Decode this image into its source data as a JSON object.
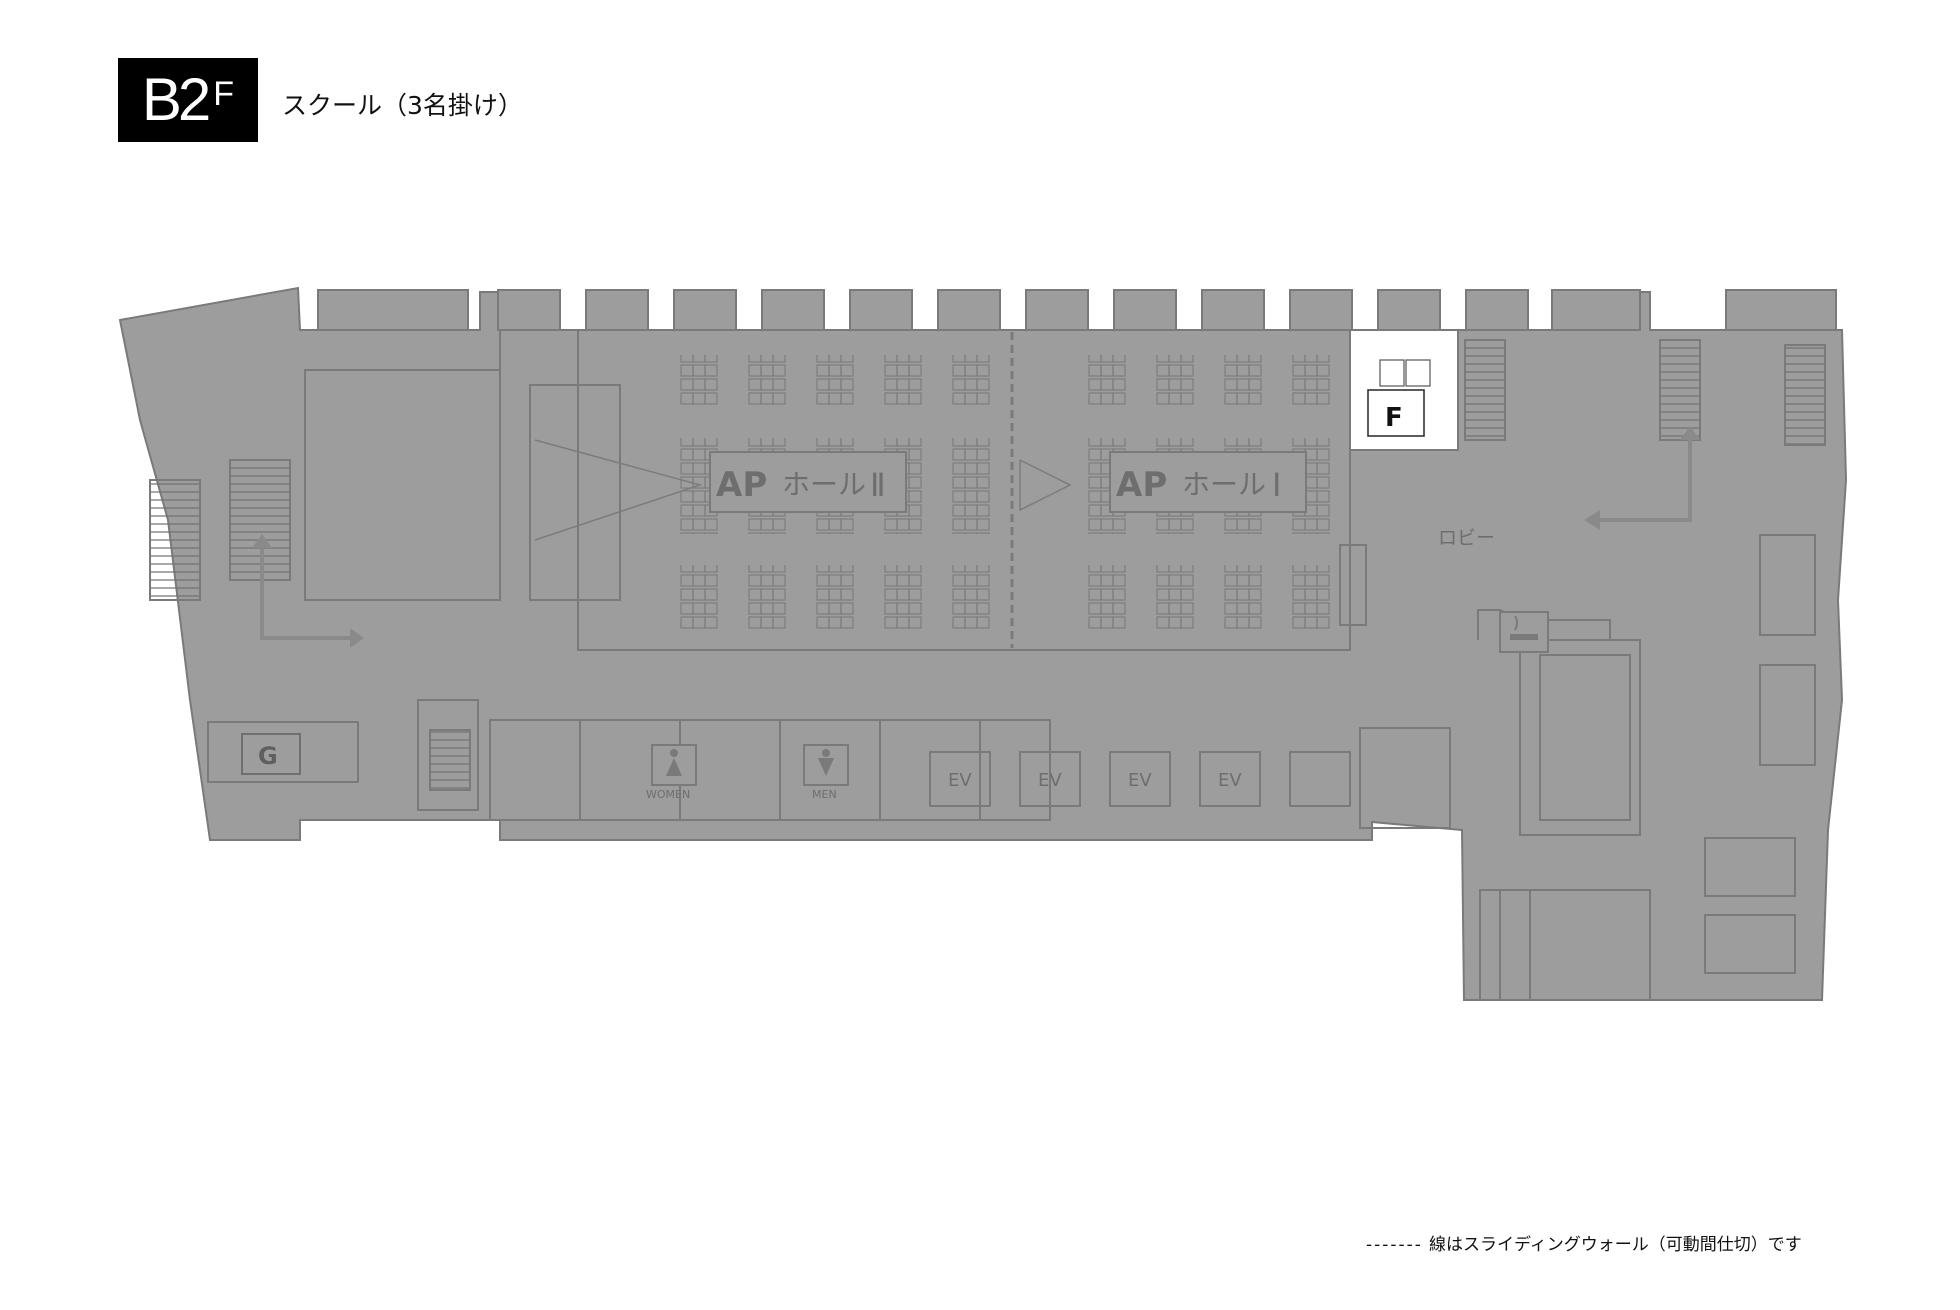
{
  "header": {
    "floor_main": "B2",
    "floor_suffix": "F",
    "layout_title": "スクール（3名掛け）"
  },
  "rooms": {
    "hall_2": {
      "prefix": "AP",
      "name": "ホール",
      "numeral": "Ⅱ"
    },
    "hall_1": {
      "prefix": "AP",
      "name": "ホール",
      "numeral": "Ⅰ"
    },
    "lobby": "ロビー",
    "room_f": "F",
    "room_g": "G",
    "women": "WOMEN",
    "men": "MEN",
    "elevator": "EV"
  },
  "legend": {
    "dashes": "-------",
    "text": "線はスライディングウォール（可動間仕切）です"
  },
  "colors": {
    "floor_fill": "#9d9d9d",
    "wall_line": "#7a7a7a",
    "label_text": "#6e6e6e",
    "highlight_room": "#ffffff",
    "badge_bg": "#000000"
  }
}
